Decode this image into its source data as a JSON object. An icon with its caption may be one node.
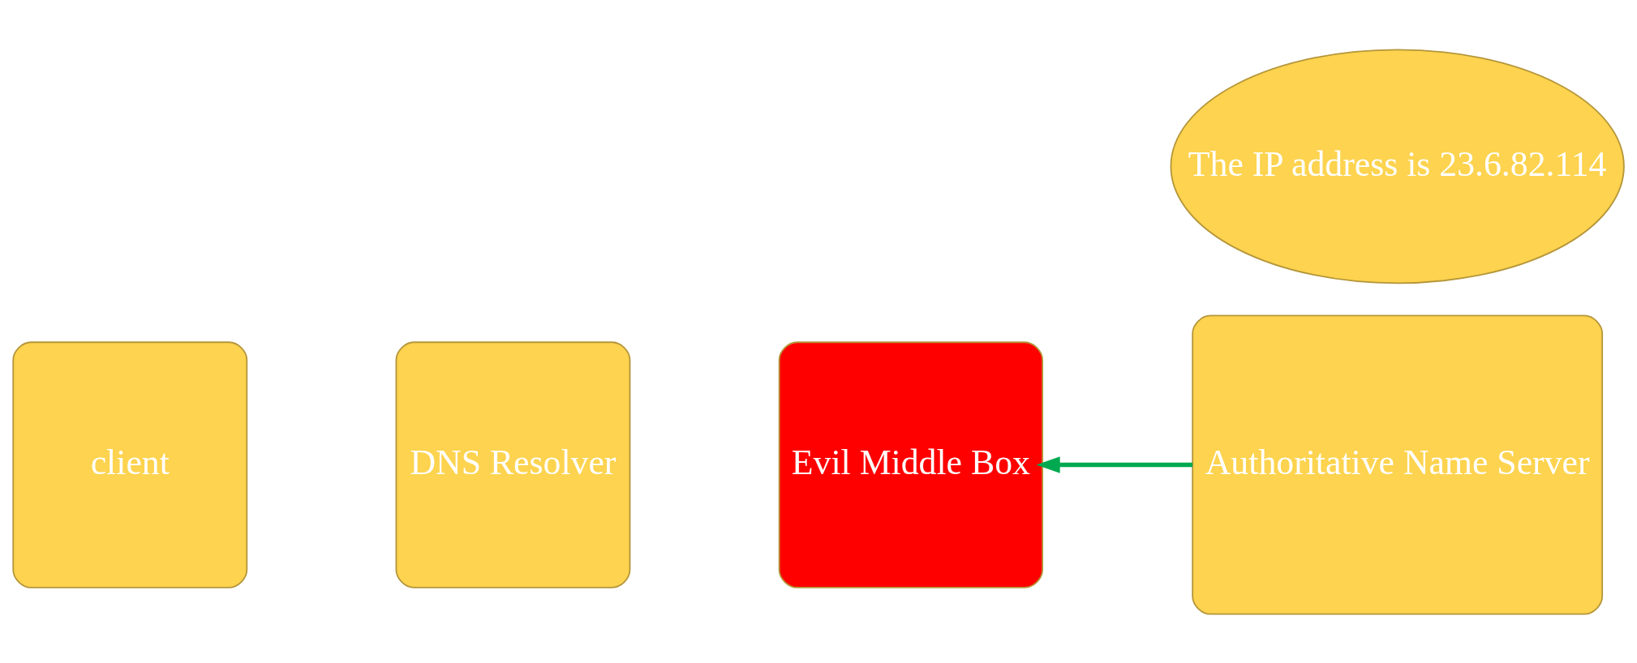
{
  "diagram": {
    "nodes": [
      {
        "text": [
          "client"
        ]
      },
      {
        "text": [
          "DNS Resolver"
        ]
      },
      {
        "text": [
          "Evil Middle Box"
        ]
      },
      {
        "text": [
          "Authoritative Name Server"
        ]
      },
      {
        "text": [
          "The IP address is 23.6.82.114"
        ]
      }
    ],
    "edges": [
      {
        "from": 3,
        "to": 2,
        "arrow": "to",
        "color": "#00a94f"
      }
    ]
  }
}
